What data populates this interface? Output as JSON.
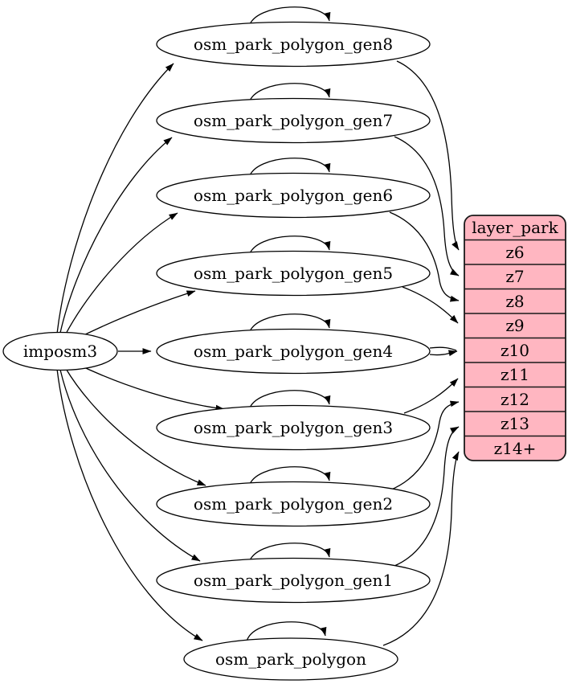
{
  "diagram": {
    "type": "graphviz-dependency-graph",
    "source_node": {
      "label": "imposm3"
    },
    "table_nodes": [
      {
        "label": "osm_park_polygon_gen8",
        "maps_to_zoom": "z6"
      },
      {
        "label": "osm_park_polygon_gen7",
        "maps_to_zoom": "z7"
      },
      {
        "label": "osm_park_polygon_gen6",
        "maps_to_zoom": "z8"
      },
      {
        "label": "osm_park_polygon_gen5",
        "maps_to_zoom": "z9"
      },
      {
        "label": "osm_park_polygon_gen4",
        "maps_to_zoom": "z10"
      },
      {
        "label": "osm_park_polygon_gen3",
        "maps_to_zoom": "z11"
      },
      {
        "label": "osm_park_polygon_gen2",
        "maps_to_zoom": "z12"
      },
      {
        "label": "osm_park_polygon_gen1",
        "maps_to_zoom": "z13"
      },
      {
        "label": "osm_park_polygon",
        "maps_to_zoom": "z14+"
      }
    ],
    "layer_table": {
      "title": "layer_park",
      "rows": [
        {
          "label": "z6"
        },
        {
          "label": "z7"
        },
        {
          "label": "z8"
        },
        {
          "label": "z9"
        },
        {
          "label": "z10"
        },
        {
          "label": "z11"
        },
        {
          "label": "z12"
        },
        {
          "label": "z13"
        },
        {
          "label": "z14+"
        }
      ]
    },
    "colors": {
      "layer_fill": "#ffb6c1",
      "node_fill": "#ffffff",
      "edge_stroke": "#000000",
      "background": "#ffffff"
    }
  }
}
